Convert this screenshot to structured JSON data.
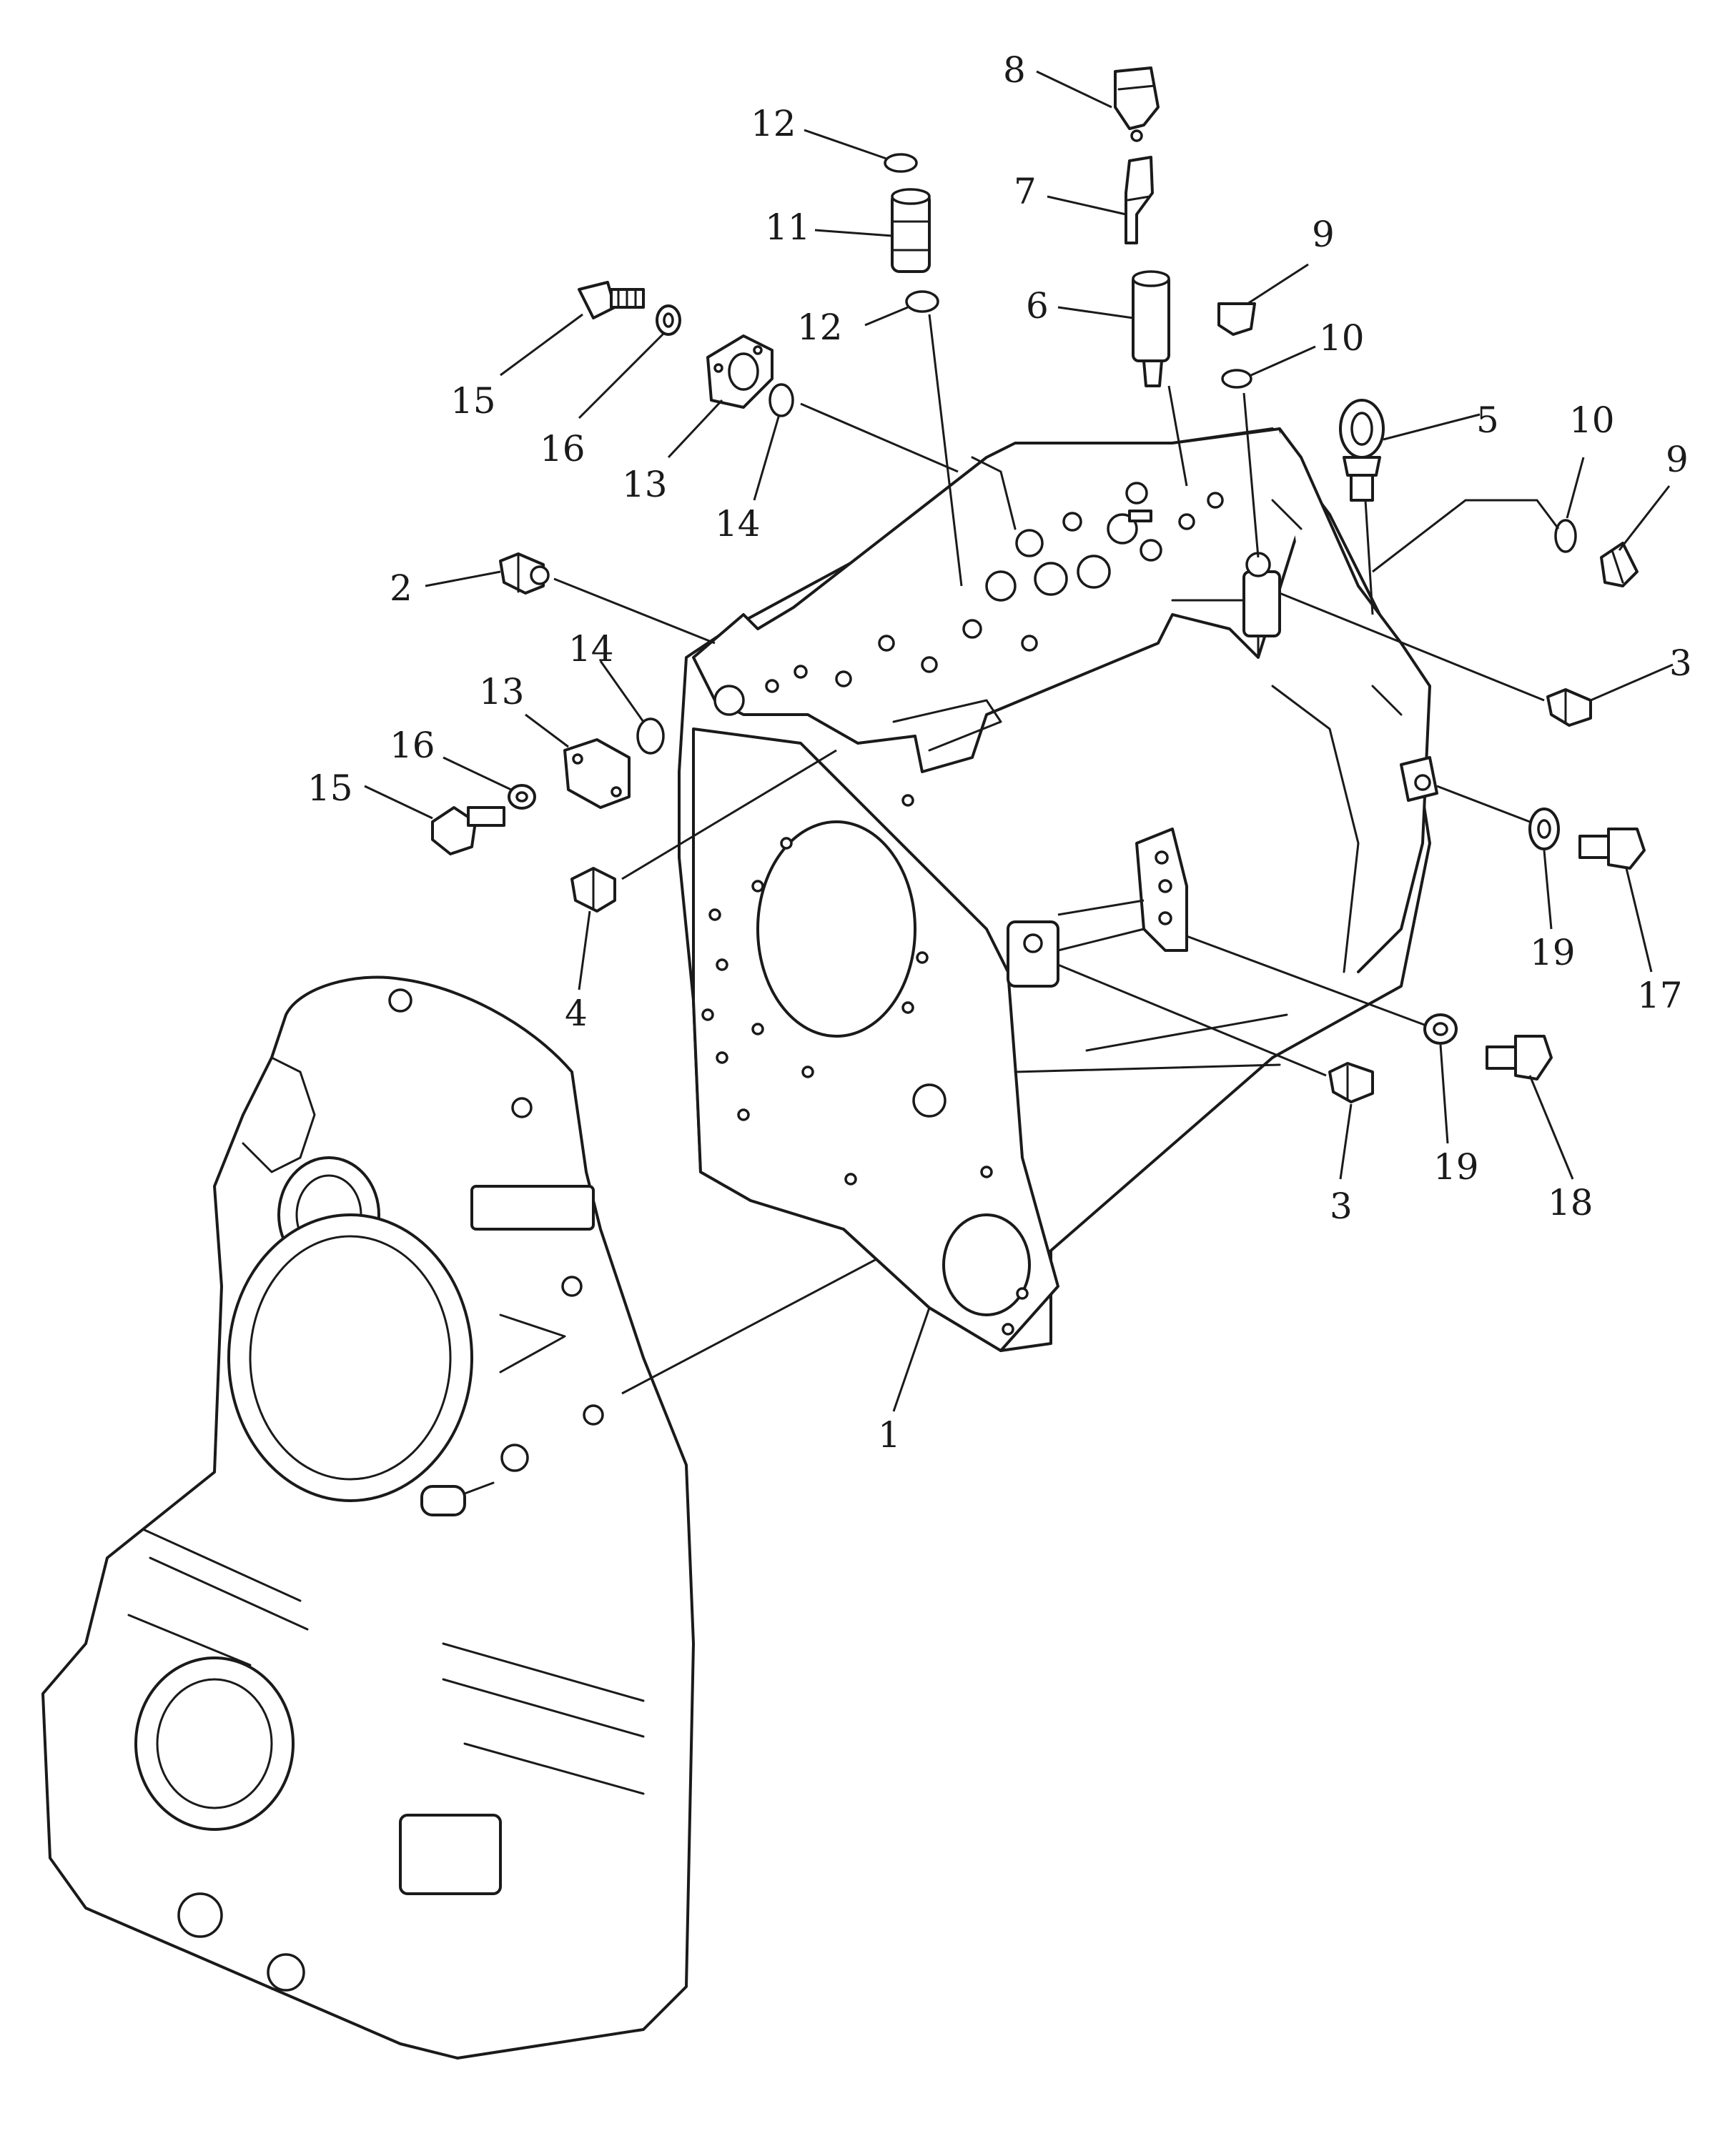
{
  "callouts": [
    {
      "key": "c8",
      "text": "8"
    },
    {
      "key": "c12a",
      "text": "12"
    },
    {
      "key": "c7",
      "text": "7"
    },
    {
      "key": "c11",
      "text": "11"
    },
    {
      "key": "c9a",
      "text": "9"
    },
    {
      "key": "c6",
      "text": "6"
    },
    {
      "key": "c12b",
      "text": "12"
    },
    {
      "key": "c10a",
      "text": "10"
    },
    {
      "key": "c15a",
      "text": "15"
    },
    {
      "key": "c16a",
      "text": "16"
    },
    {
      "key": "c13a",
      "text": "13"
    },
    {
      "key": "c14a",
      "text": "14"
    },
    {
      "key": "c5",
      "text": "5"
    },
    {
      "key": "c10b",
      "text": "10"
    },
    {
      "key": "c9b",
      "text": "9"
    },
    {
      "key": "c2",
      "text": "2"
    },
    {
      "key": "c3a",
      "text": "3"
    },
    {
      "key": "c14b",
      "text": "14"
    },
    {
      "key": "c13b",
      "text": "13"
    },
    {
      "key": "c16b",
      "text": "16"
    },
    {
      "key": "c15b",
      "text": "15"
    },
    {
      "key": "c4",
      "text": "4"
    },
    {
      "key": "c19a",
      "text": "19"
    },
    {
      "key": "c17",
      "text": "17"
    },
    {
      "key": "c19b",
      "text": "19"
    },
    {
      "key": "c18",
      "text": "18"
    },
    {
      "key": "c3b",
      "text": "3"
    },
    {
      "key": "c1",
      "text": "1"
    }
  ],
  "colors": {
    "line": "#1a1a1a",
    "background": "#ffffff"
  }
}
